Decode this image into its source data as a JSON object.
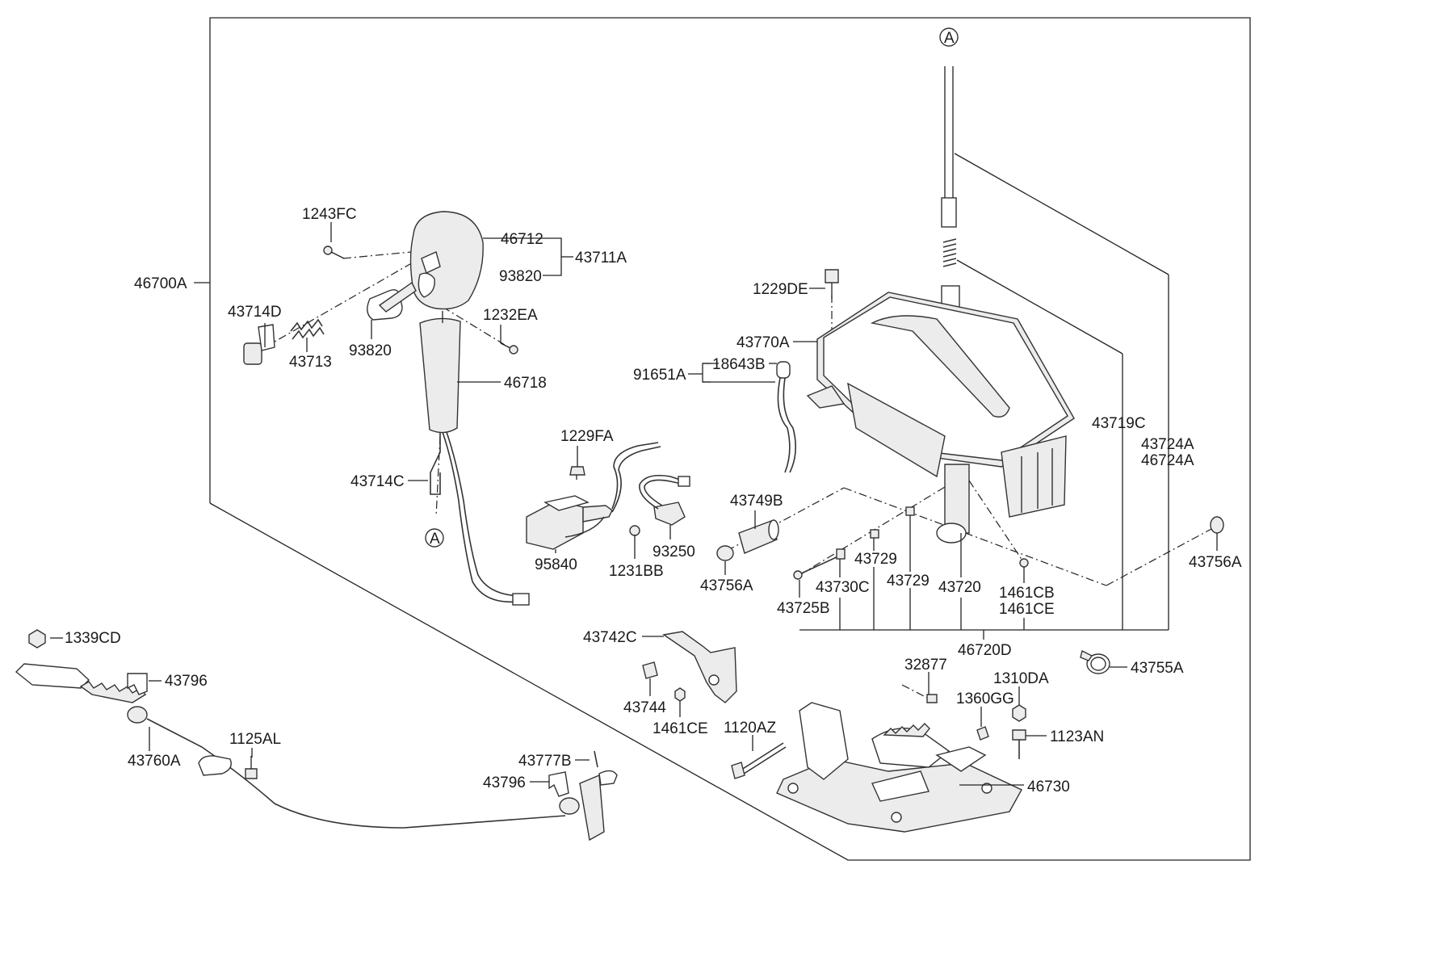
{
  "labels": {
    "46700A": "46700A",
    "1243FC": "1243FC",
    "46712": "46712",
    "43711A": "43711A",
    "93820_a": "93820",
    "43714D": "43714D",
    "43713": "43713",
    "93820_b": "93820",
    "1232EA": "1232EA",
    "46718": "46718",
    "43714C": "43714C",
    "A_bottom": "A",
    "1229FA": "1229FA",
    "95840": "95840",
    "1231BB": "1231BB",
    "93250": "93250",
    "A_top": "A",
    "1229DE": "1229DE",
    "43770A": "43770A",
    "18643B": "18643B",
    "91651A": "91651A",
    "43749B": "43749B",
    "43756A_left": "43756A",
    "43725B": "43725B",
    "43730C": "43730C",
    "43729_a": "43729",
    "43729_b": "43729",
    "43720": "43720",
    "1461CB": "1461CB",
    "1461CE_a": "1461CE",
    "43719C": "43719C",
    "43724A": "43724A",
    "46724A": "46724A",
    "43756A_right": "43756A",
    "46720D": "46720D",
    "1339CD": "1339CD",
    "43796_a": "43796",
    "43760A": "43760A",
    "1125AL": "1125AL",
    "43777B": "43777B",
    "43796_b": "43796",
    "43742C": "43742C",
    "43744": "43744",
    "1461CE_b": "1461CE",
    "1120AZ": "1120AZ",
    "32877": "32877",
    "1310DA": "1310DA",
    "1360GG": "1360GG",
    "1123AN": "1123AN",
    "46730": "46730",
    "43755A": "43755A"
  }
}
